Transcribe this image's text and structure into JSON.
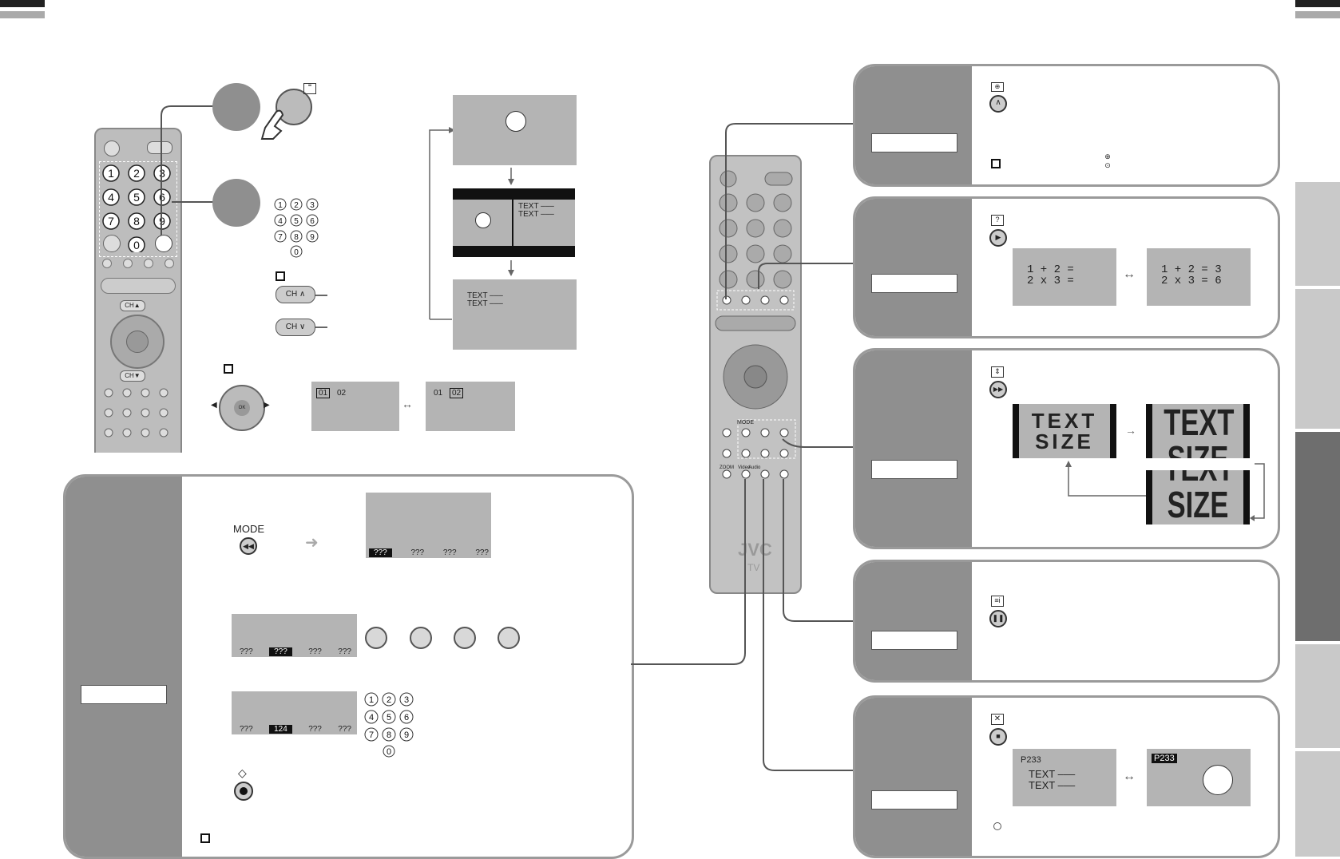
{
  "colors": {
    "panel_side": "#8f8f8f",
    "screen": "#b4b4b4",
    "border": "#9a9a9a",
    "tab_active": "#6e6e6e",
    "tab": "#c9c9c9"
  },
  "left": {
    "numpad": [
      "1",
      "2",
      "3",
      "4",
      "5",
      "6",
      "7",
      "8",
      "9",
      "0"
    ],
    "ch_up": "CH",
    "ch_down": "CH",
    "screen_text_1": "TEXT –––",
    "screen_text_2": "TEXT –––",
    "subpage_a_1": "01",
    "subpage_a_2": "02",
    "subpage_b_1": "01",
    "subpage_b_2": "02"
  },
  "mode_panel": {
    "mode_label": "MODE",
    "bar1": [
      "???",
      "???",
      "???",
      "???"
    ],
    "bar2": [
      "???",
      "???",
      "???",
      "???"
    ],
    "bar3": [
      "???",
      "124",
      "???",
      "???"
    ],
    "numpad": [
      "1",
      "2",
      "3",
      "4",
      "5",
      "6",
      "7",
      "8",
      "9",
      "0"
    ]
  },
  "remote_right": {
    "brand": "JVC",
    "tv": "TV",
    "mode": "MODE",
    "zoom": "ZOOM",
    "video": "Video",
    "audio": "Audio"
  },
  "reveal": {
    "before_1": "1 + 2 =",
    "before_2": "2 x 3 =",
    "after_1": "1 + 2 = 3",
    "after_2": "2 x 3 = 6"
  },
  "size": {
    "line1": "TEXT",
    "line2": "SIZE"
  },
  "cancel": {
    "page": "P233",
    "text1": "TEXT –––",
    "text2": "TEXT –––",
    "page_hl": "P233"
  }
}
